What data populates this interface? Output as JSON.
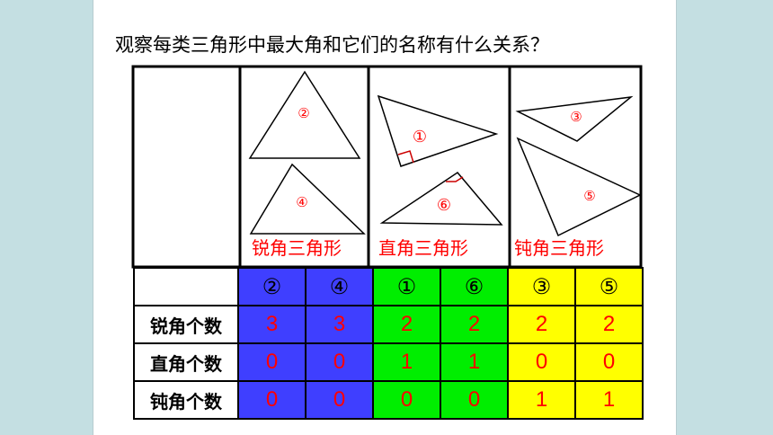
{
  "question": "观察每类三角形中最大角和它们的名称有什么关系？",
  "categories": [
    {
      "label": "锐角三角形",
      "triangles": [
        "②",
        "④"
      ]
    },
    {
      "label": "直角三角形",
      "triangles": [
        "①",
        "⑥"
      ]
    },
    {
      "label": "钝角三角形",
      "triangles": [
        "③",
        "⑤"
      ]
    }
  ],
  "table": {
    "header": [
      "②",
      "④",
      "①",
      "⑥",
      "③",
      "⑤"
    ],
    "rows": [
      {
        "label": "锐角个数",
        "values": [
          "3",
          "3",
          "2",
          "2",
          "2",
          "2"
        ]
      },
      {
        "label": "直角个数",
        "values": [
          "0",
          "0",
          "1",
          "1",
          "0",
          "0"
        ]
      },
      {
        "label": "钝角个数",
        "values": [
          "0",
          "0",
          "0",
          "0",
          "1",
          "1"
        ]
      }
    ]
  },
  "colors": {
    "acute": "#3f3fff",
    "right": "#00ee00",
    "obtuse": "#ffff00",
    "value_text": "#ff0000"
  }
}
